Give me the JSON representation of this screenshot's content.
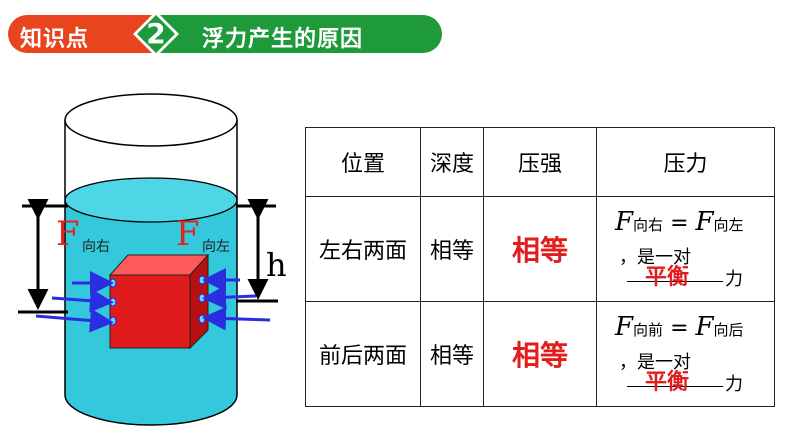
{
  "banner": {
    "left_text": "知识点",
    "number": "2",
    "title": "浮力产生的原因",
    "colors": {
      "orange": "#e8441d",
      "green": "#1f9a3b"
    }
  },
  "diagram": {
    "left_force": {
      "symbol": "F",
      "sub": "向右"
    },
    "right_force": {
      "symbol": "F",
      "sub": "向左"
    },
    "depth_label": "h",
    "colors": {
      "water": "#33c8dc",
      "cube": "#e01b1b",
      "arrow": "#2a2ee0"
    }
  },
  "table": {
    "headers": [
      "位置",
      "深度",
      "压强",
      "压力"
    ],
    "rows": [
      {
        "position": "左右两面",
        "depth": "相等",
        "pressure": "相等",
        "force": {
          "F1": "F",
          "sub1": "向右",
          "eq": "=",
          "F2": "F",
          "sub2": "向左",
          "pair_text": "，是一对",
          "answer": "平衡",
          "tail": "力"
        }
      },
      {
        "position": "前后两面",
        "depth": "相等",
        "pressure": "相等",
        "force": {
          "F1": "F",
          "sub1": "向前",
          "eq": "=",
          "F2": "F",
          "sub2": "向后",
          "pair_text": "，是一对",
          "answer": "平衡",
          "tail": "力"
        }
      }
    ]
  }
}
